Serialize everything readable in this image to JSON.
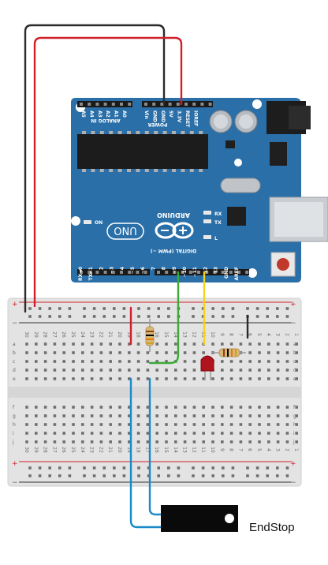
{
  "board": {
    "brand": "ARDUINO",
    "model": "UNO",
    "sections": {
      "analog_in": "ANALOG IN",
      "power": "POWER",
      "digital": "DIGITAL (PWM ~)"
    },
    "analog_pins": [
      "A5",
      "A4",
      "A3",
      "A2",
      "A1",
      "A0"
    ],
    "power_pins": [
      "Vin",
      "GND",
      "GND",
      "5V",
      "3.3V",
      "RESET",
      "IOREF"
    ],
    "digital_pins": [
      "RX◄0",
      "TX►1",
      "2",
      "~3",
      "4",
      "~5",
      "~6",
      "7",
      "8",
      "~9",
      "~10",
      "~11",
      "12",
      "13",
      "GND",
      "AREF"
    ],
    "leds": {
      "rx": "RX",
      "tx": "TX",
      "l": "L",
      "on": "ON"
    },
    "color": "#2a6fa8"
  },
  "breadboard": {
    "row_labels": [
      "a",
      "b",
      "c",
      "d",
      "e",
      "f",
      "g",
      "h",
      "i",
      "j"
    ],
    "column_labels": [
      "30",
      "29",
      "28",
      "27",
      "26",
      "25",
      "24",
      "23",
      "22",
      "21",
      "20",
      "19",
      "18",
      "17",
      "16",
      "15",
      "14",
      "13",
      "12",
      "11",
      "10",
      "9",
      "8",
      "7",
      "6",
      "5",
      "4",
      "3",
      "2",
      "1"
    ],
    "rail_plus": "+",
    "rail_minus": "−"
  },
  "components": {
    "endstop_label": "EndStop"
  },
  "wire_colors": {
    "gnd": "#2b2b2b",
    "power": "#d0202a",
    "signal_green": "#3aaa35",
    "signal_yellow": "#f2d21b",
    "endstop": "#1a8bc8"
  }
}
